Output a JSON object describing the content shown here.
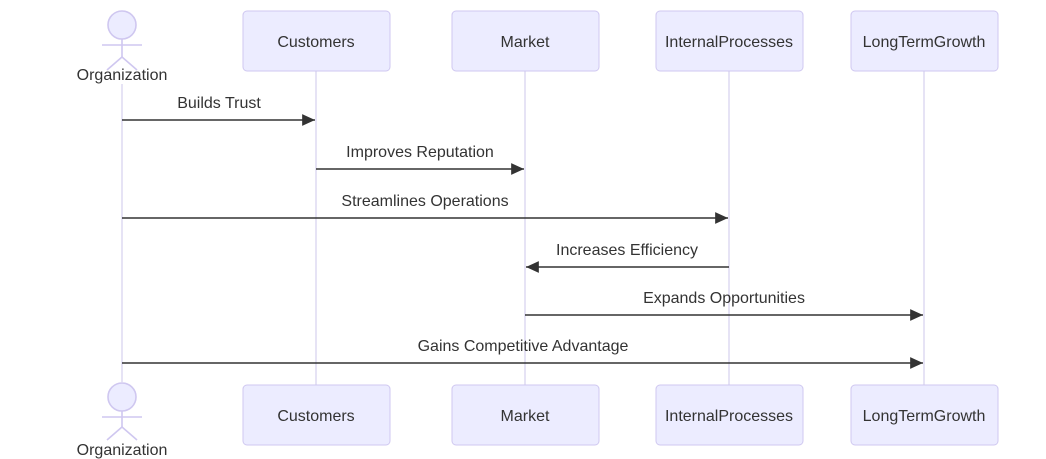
{
  "diagram": {
    "type": "sequence-diagram",
    "actor": {
      "label": "Organization"
    },
    "participants": [
      {
        "label": "Customers"
      },
      {
        "label": "Market"
      },
      {
        "label": "InternalProcesses"
      },
      {
        "label": "LongTermGrowth"
      }
    ],
    "messages": [
      {
        "from": "Organization",
        "to": "Customers",
        "label": "Builds Trust",
        "direction": "right"
      },
      {
        "from": "Customers",
        "to": "Market",
        "label": "Improves Reputation",
        "direction": "right"
      },
      {
        "from": "Organization",
        "to": "InternalProcesses",
        "label": "Streamlines Operations",
        "direction": "right"
      },
      {
        "from": "InternalProcesses",
        "to": "Market",
        "label": "Increases Efficiency",
        "direction": "left"
      },
      {
        "from": "Market",
        "to": "LongTermGrowth",
        "label": "Expands Opportunities",
        "direction": "right"
      },
      {
        "from": "Organization",
        "to": "LongTermGrowth",
        "label": "Gains Competitive Advantage",
        "direction": "right"
      }
    ],
    "colors": {
      "background": "#ffffff",
      "participant_fill": "#ECECFF",
      "participant_border": "#CFC7F0",
      "lifeline": "#D5D0EE",
      "arrow": "#333333",
      "text": "#333333"
    }
  }
}
